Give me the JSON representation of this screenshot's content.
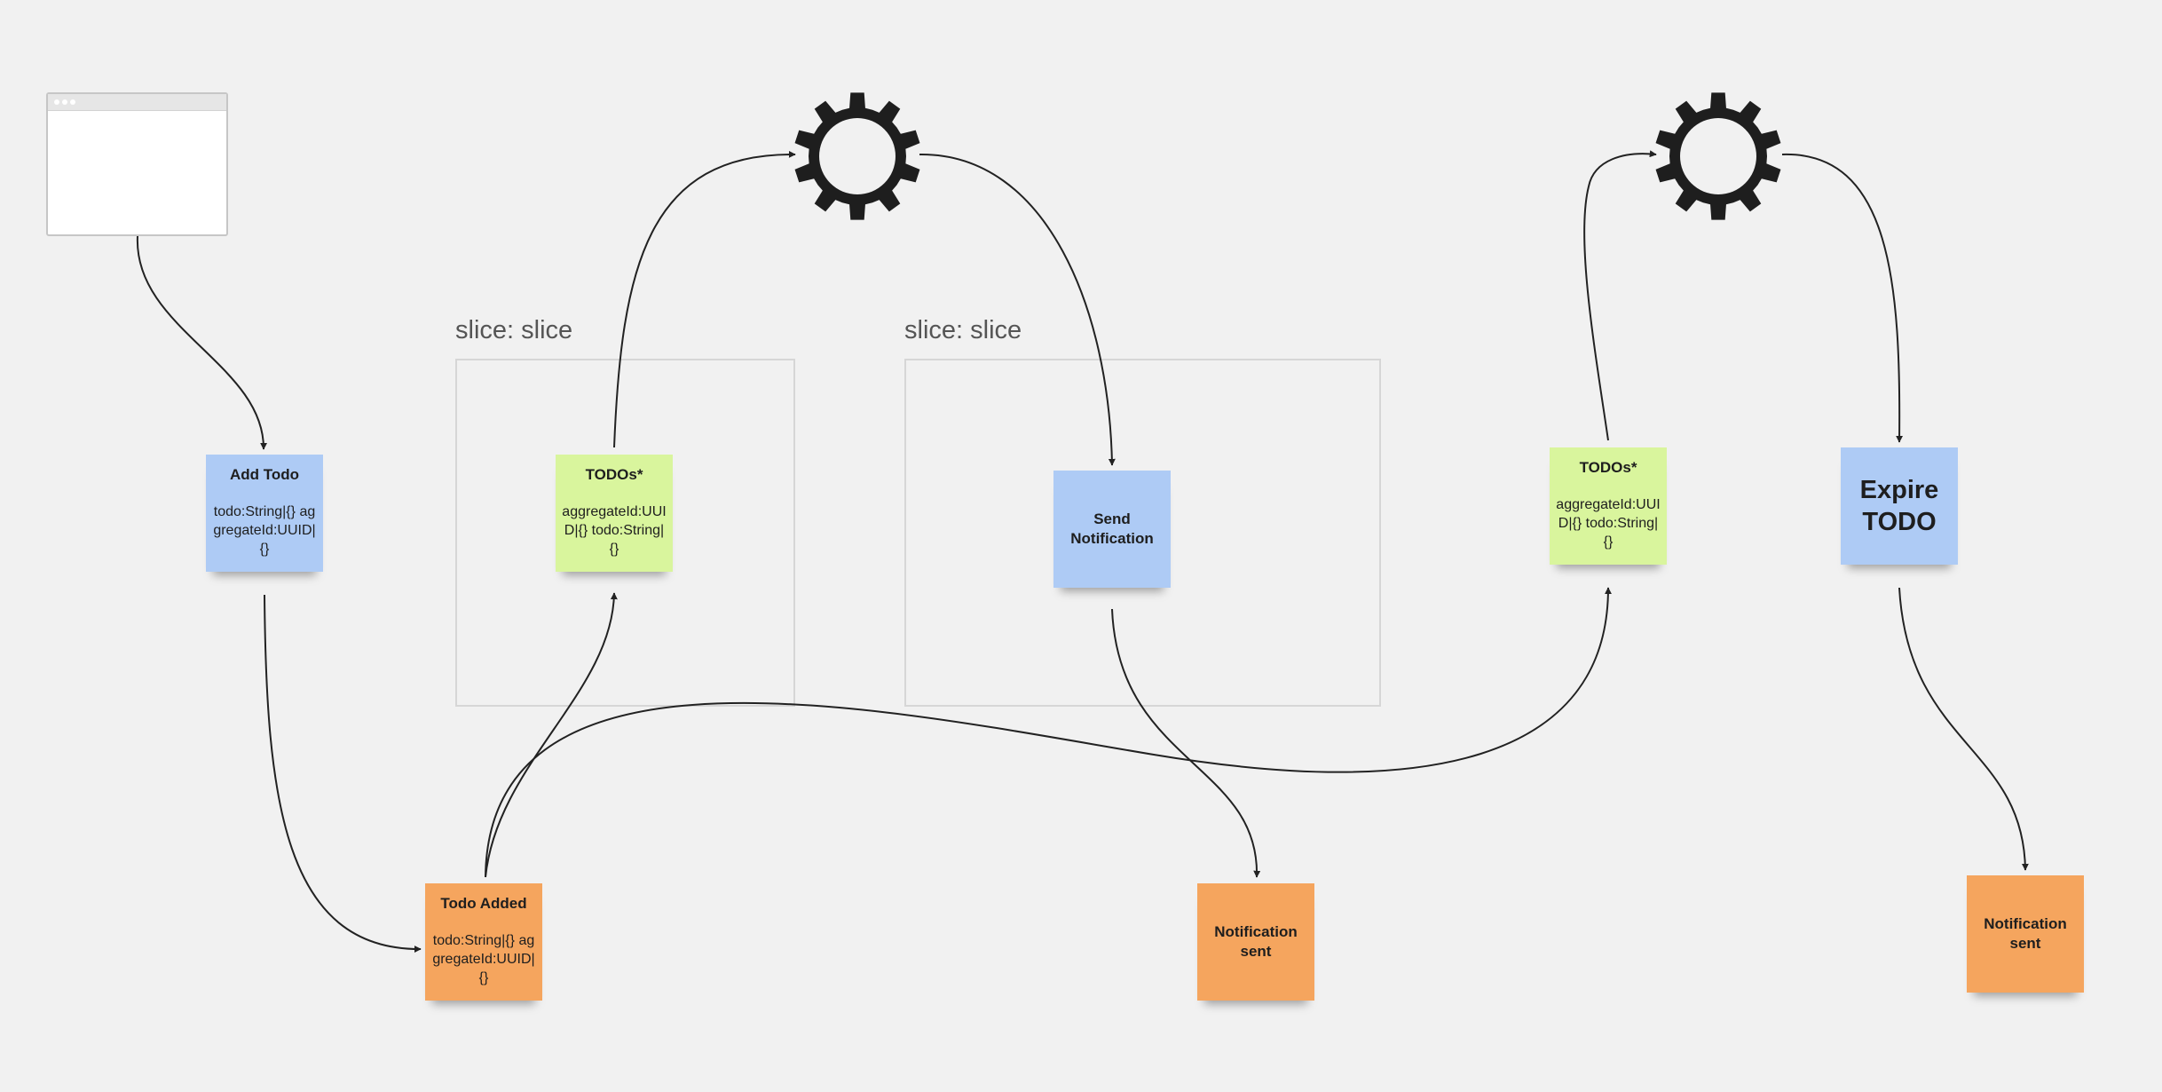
{
  "colors": {
    "background": "#f1f1f1",
    "command": "#aecbf5",
    "read_model": "#d9f59d",
    "event": "#f5a55e",
    "gear": "#1e1e1e",
    "arrow": "#222222"
  },
  "icons": {
    "screen": "browser-wireframe-icon",
    "processor": "gear-icon"
  },
  "slices": [
    {
      "title": "slice: slice"
    },
    {
      "title": "slice: slice"
    }
  ],
  "stickies": {
    "add_todo": {
      "title": "Add Todo",
      "body": "todo:String|{} aggregateId:UUID|{}"
    },
    "todos_1": {
      "title": "TODOs*",
      "body": "aggregateId:UUID|{} todo:String|{}"
    },
    "send_notification": {
      "title": "Send Notification"
    },
    "todos_2": {
      "title": "TODOs*",
      "body": "aggregateId:UUID|{} todo:String|{}"
    },
    "expire_todo": {
      "title": "Expire TODO"
    },
    "todo_added": {
      "title": "Todo Added",
      "body": "todo:String|{} aggregateId:UUID|{}"
    },
    "notification_sent_1": {
      "title": "Notification sent"
    },
    "notification_sent_2": {
      "title": "Notification sent"
    }
  }
}
